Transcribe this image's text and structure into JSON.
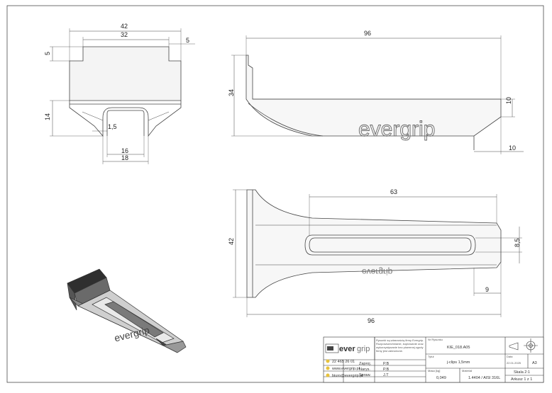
{
  "dimensions": {
    "front": {
      "overall_width": "42",
      "inner_width": "32",
      "step_left": "5",
      "step_right": "5",
      "height": "14",
      "thickness": "1,5",
      "slot_inner": "16",
      "slot_outer": "18"
    },
    "side": {
      "length": "96",
      "height": "34",
      "tip_height": "10",
      "tip_length": "10"
    },
    "top": {
      "slot_length": "63",
      "width": "42",
      "slot_width": "8,5",
      "tip": "9",
      "length": "96"
    }
  },
  "brand": {
    "logo_prefix": "ever",
    "logo_suffix": "grip",
    "part_mark": "evergrip"
  },
  "contact": {
    "phone": "22 465 26 01",
    "website": "www.evergrip.pl",
    "email": "biuro@evergrip.pl"
  },
  "notice": {
    "line1": "Rysunki są własnością firmy Evergrip.",
    "line2": "Rozpowszechnianie, kopiowanie oraz",
    "line3": "wykorzystywanie bez pisemnej zgody",
    "line4": "firmy jest zabronione."
  },
  "title_block": {
    "drawing_no_label": "Nr Rysunku",
    "drawing_no": "KIE_018.A05",
    "title_label": "Tytuł",
    "title": "j-clips 1,5mm",
    "date_label": "Data",
    "date": "22.01.2025",
    "format": "A3",
    "mass_label": "Masa [kg]",
    "mass": "0,049",
    "material_label": "Materiał",
    "material": "1.4404 / AISI 316L",
    "scale": "Skala 2:1",
    "sheet": "Arkusz 1 z 1",
    "roles": [
      {
        "label": "Zaproj.",
        "value": "P.B"
      },
      {
        "label": "Narys.",
        "value": "P.B"
      },
      {
        "label": "Spraw.",
        "value": "J.T"
      }
    ]
  }
}
